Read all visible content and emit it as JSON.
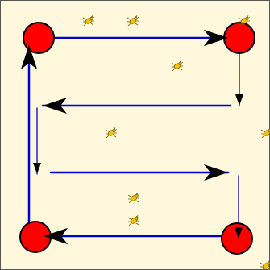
{
  "game": {
    "colors": {
      "board_background": "#fff8dc",
      "board_border": "#555555",
      "node_fill": "#ff0000",
      "node_stroke": "#000000",
      "path_line": "#0000cc",
      "arrow_head": "#000000",
      "bug_body": "#f2c200",
      "bug_outline": "#7a6000"
    },
    "nodes": [
      {
        "id": "node-top-left"
      },
      {
        "id": "node-top-right"
      },
      {
        "id": "node-bottom-left"
      },
      {
        "id": "node-bottom-right"
      }
    ],
    "paths": [
      {
        "id": "path-top-left-to-top-right",
        "direction": "right",
        "arrow": "large"
      },
      {
        "id": "path-top-right-down",
        "direction": "down",
        "arrow": "small"
      },
      {
        "id": "path-upper-leftward",
        "direction": "left",
        "arrow": "large"
      },
      {
        "id": "path-left-down",
        "direction": "down",
        "arrow": "small"
      },
      {
        "id": "path-middle-rightward",
        "direction": "right",
        "arrow": "large"
      },
      {
        "id": "path-right-down-to-bottom-right",
        "direction": "down",
        "arrow": "small"
      },
      {
        "id": "path-bottom-right-to-bottom-left",
        "direction": "left",
        "arrow": "large"
      },
      {
        "id": "path-bottom-left-up-to-top-left",
        "direction": "up",
        "arrow": "large"
      }
    ],
    "bug_icon": "bug-icon",
    "bug_count": 9
  }
}
